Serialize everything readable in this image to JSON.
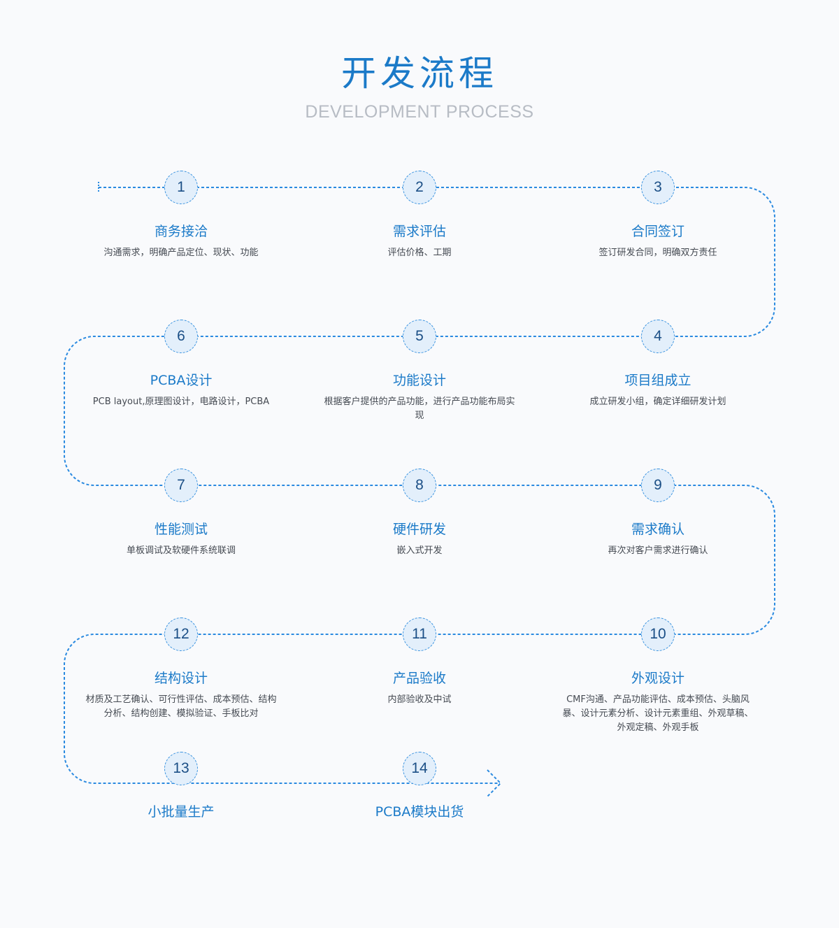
{
  "header": {
    "title": "开发流程",
    "subtitle": "DEVELOPMENT PROCESS"
  },
  "colors": {
    "accent": "#1b7ac8",
    "path": "#2a8ae0",
    "node_fill": "#e3effb",
    "node_text": "#1b4f86",
    "desc_text": "#454a52",
    "subtitle": "#b7bcc4"
  },
  "steps": [
    {
      "num": "1",
      "title": "商务接洽",
      "desc": "沟通需求，明确产品定位、现状、功能"
    },
    {
      "num": "2",
      "title": "需求评估",
      "desc": "评估价格、工期"
    },
    {
      "num": "3",
      "title": "合同签订",
      "desc": "签订研发合同，明确双方责任"
    },
    {
      "num": "4",
      "title": "项目组成立",
      "desc": "成立研发小组，确定详细研发计划"
    },
    {
      "num": "5",
      "title": "功能设计",
      "desc": "根据客户提供的产品功能，进行产品功能布局实现"
    },
    {
      "num": "6",
      "title": "PCBA设计",
      "desc": "PCB layout,原理图设计，电路设计，PCBA"
    },
    {
      "num": "7",
      "title": "性能测试",
      "desc": "单板调试及软硬件系统联调"
    },
    {
      "num": "8",
      "title": "硬件研发",
      "desc": "嵌入式开发"
    },
    {
      "num": "9",
      "title": "需求确认",
      "desc": "再次对客户需求进行确认"
    },
    {
      "num": "10",
      "title": "外观设计",
      "desc": "CMF沟通、产品功能评估、成本预估、头脑风暴、设计元素分析、设计元素重组、外观草稿、外观定稿、外观手板"
    },
    {
      "num": "11",
      "title": "产品验收",
      "desc": "内部验收及中试"
    },
    {
      "num": "12",
      "title": "结构设计",
      "desc": "材质及工艺确认、可行性评估、成本预估、结构分析、结构创建、模拟验证、手板比对"
    },
    {
      "num": "13",
      "title": "小批量生产",
      "desc": ""
    },
    {
      "num": "14",
      "title": "PCBA模块出货",
      "desc": ""
    }
  ]
}
